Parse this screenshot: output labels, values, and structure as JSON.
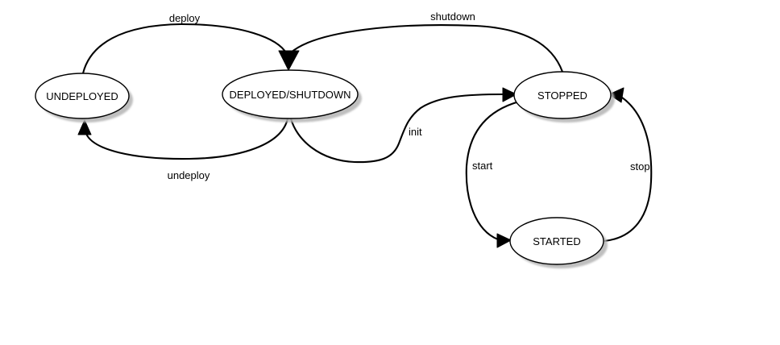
{
  "diagram": {
    "type": "state-machine",
    "background_color": "#ffffff",
    "node_fill_color": "#ffffff",
    "node_stroke_color": "#000000",
    "node_shadow_color": "#b4b4b4",
    "edge_color": "#000000",
    "text_color": "#000000",
    "nodes": [
      {
        "id": "undeployed",
        "label": "UNDEPLOYED"
      },
      {
        "id": "deployed-shutdown",
        "label": "DEPLOYED/SHUTDOWN"
      },
      {
        "id": "stopped",
        "label": "STOPPED"
      },
      {
        "id": "started",
        "label": "STARTED"
      }
    ],
    "edges": [
      {
        "id": "deploy",
        "label": "deploy",
        "from": "UNDEPLOYED",
        "to": "DEPLOYED/SHUTDOWN"
      },
      {
        "id": "shutdown",
        "label": "shutdown",
        "from": "STOPPED",
        "to": "DEPLOYED/SHUTDOWN"
      },
      {
        "id": "undeploy",
        "label": "undeploy",
        "from": "DEPLOYED/SHUTDOWN",
        "to": "UNDEPLOYED"
      },
      {
        "id": "init",
        "label": "init",
        "from": "DEPLOYED/SHUTDOWN",
        "to": "STOPPED"
      },
      {
        "id": "start",
        "label": "start",
        "from": "STOPPED",
        "to": "STARTED"
      },
      {
        "id": "stop",
        "label": "stop",
        "from": "STARTED",
        "to": "STOPPED"
      }
    ]
  }
}
